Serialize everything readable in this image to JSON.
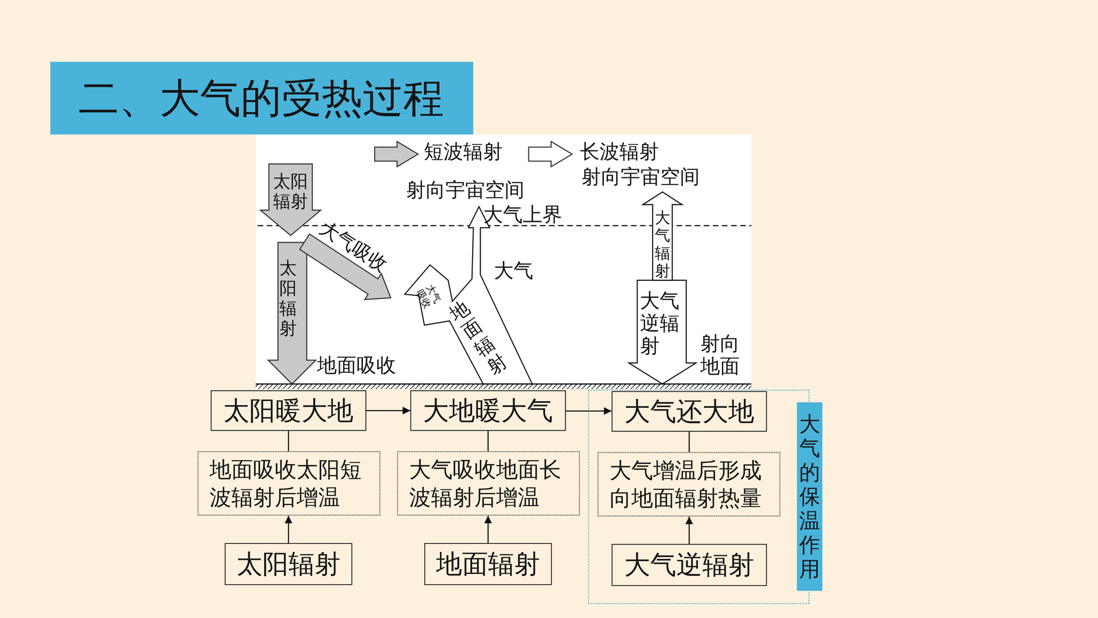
{
  "diagram": {
    "title": "二、大气的受热过程",
    "nodes": [
      {
        "text": [
          "太阳暖大地"
        ]
      },
      {
        "text": [
          "大地暖大气"
        ]
      },
      {
        "text": [
          "大气的保温作用"
        ]
      },
      {
        "text": [
          "大气还大地"
        ],
        "in": 2
      },
      {
        "text": [
          "地面吸收太阳短波辐射后增温"
        ]
      },
      {
        "text": [
          "大气吸收地面长波辐射后增温"
        ]
      },
      {
        "text": [
          "大气增温后形成向地面辐射热量"
        ],
        "in": 2
      },
      {
        "text": [
          "太阳辐射"
        ]
      },
      {
        "text": [
          "地面辐射"
        ]
      },
      {
        "text": [
          "大气逆辐射"
        ],
        "in": 2
      }
    ],
    "edges": [
      {
        "from": 0,
        "to": 1,
        "arrow": "to"
      },
      {
        "from": 1,
        "to": 3,
        "arrow": "to"
      },
      {
        "from": 0,
        "to": 4,
        "arrow": "none"
      },
      {
        "from": 1,
        "to": 5,
        "arrow": "none"
      },
      {
        "from": 3,
        "to": 6,
        "arrow": "none"
      },
      {
        "from": 7,
        "to": 4,
        "arrow": "to"
      },
      {
        "from": 8,
        "to": 5,
        "arrow": "to"
      },
      {
        "from": 9,
        "to": 6,
        "arrow": "to"
      }
    ],
    "labels": [
      "射向宇宙空间",
      "射向宇宙空间",
      "太阳辐射",
      "大气上界",
      "大气吸收",
      "太阳辐射",
      "大气",
      "大气吸收",
      "地面辐射",
      "大气辐射",
      "大气逆辐射",
      "射向地面",
      "地面吸收"
    ],
    "legend": [
      {
        "text": "短波辐射"
      },
      {
        "text": "长波辐射"
      }
    ]
  }
}
